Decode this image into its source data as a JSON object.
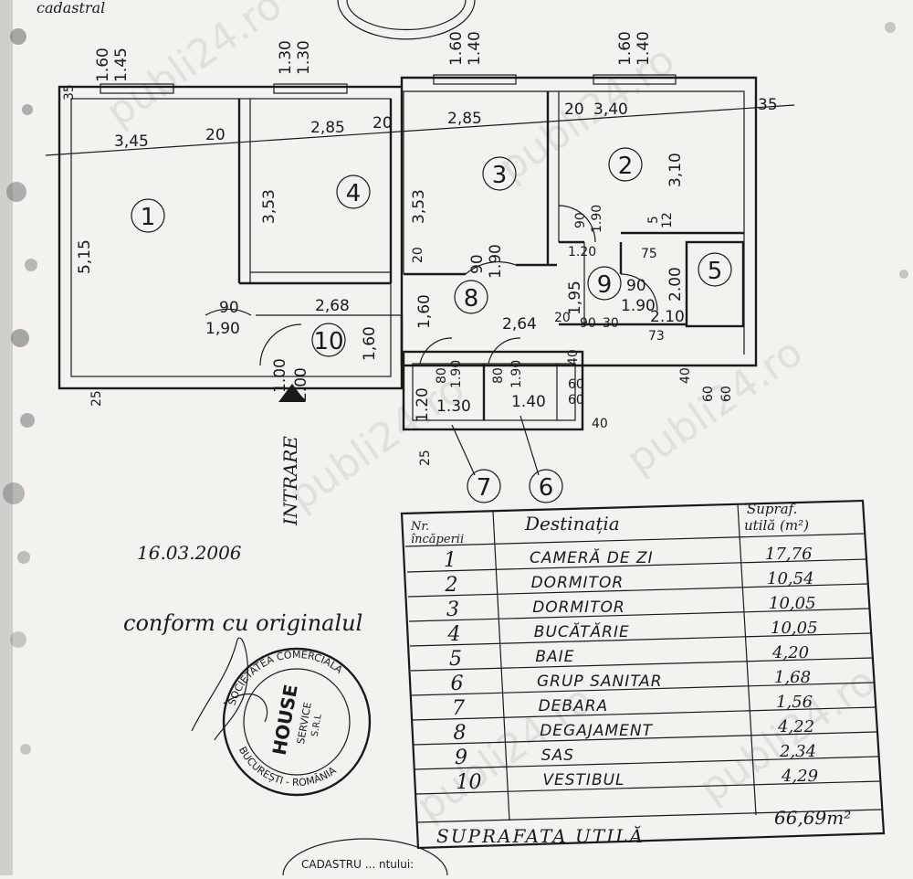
{
  "header": {
    "top_label": "cadastral",
    "bottom_label": "CADASTRU ... ntului:"
  },
  "plan": {
    "entrance_label": "INTRARE",
    "date": "16.03.2006",
    "certification": "conform cu originalul",
    "room_numbers": [
      "1",
      "2",
      "3",
      "4",
      "5",
      "6",
      "7",
      "8",
      "9",
      "10"
    ],
    "dimensions": {
      "w1_top_a": "1.60",
      "w1_top_b": "1.45",
      "w2_top_a": "1.30",
      "w2_top_b": "1.30",
      "w3_top_a": "1.60",
      "w3_top_b": "1.40",
      "w4_top_a": "1.60",
      "w4_top_b": "1.40",
      "r1_width": "3,45",
      "gap_20a": "20",
      "r4_width": "2,85",
      "gap_20b": "20",
      "r3_width": "2,85",
      "gap_20c": "20",
      "r2_width": "3,40",
      "wall_35_right": "35",
      "wall_35_left": "35",
      "r1_height": "5,15",
      "r4_height": "3,53",
      "r3_height": "3,53",
      "r2_height": "3,10",
      "d1a": "90",
      "d1b": "1,90",
      "r10_width": "2,68",
      "r10_h": "1,60",
      "d10a": "1.00",
      "d10b": "2.00",
      "r8_h": "1,60",
      "d8a": "90",
      "d8b": "1.90",
      "gap_20d": "20",
      "d2a": "90",
      "d2b": "1.90",
      "d2c": "1.20",
      "r9_h": "1,95",
      "d9a": "90",
      "d9b": "1.90",
      "r8_width": "2,64",
      "g20e": "20",
      "g90": "90",
      "g30": "30",
      "d5a": "2.10",
      "r5_h": "2.00",
      "g75": "75",
      "g5": "5",
      "g12": "12",
      "g73": "73",
      "r7_h": "1.20",
      "d7a": "80",
      "d7b": "1.90",
      "d6a": "80",
      "d6b": "1.90",
      "g40a": "40",
      "r7_w": "1.30",
      "r6_w": "1.40",
      "g60a": "60",
      "g60b": "60",
      "g40b": "40",
      "g40c": "40",
      "g60c": "60",
      "g60d": "60",
      "g25a": "25",
      "g25b": "25"
    }
  },
  "table": {
    "col_nr": [
      "Nr.",
      "încăperii"
    ],
    "col_dest": "Destinația",
    "col_area": [
      "Supraf.",
      "utilă (m²)"
    ],
    "rows": [
      {
        "nr": "1",
        "dest": "CAMERĂ DE ZI",
        "area": "17,76"
      },
      {
        "nr": "2",
        "dest": "DORMITOR",
        "area": "10,54"
      },
      {
        "nr": "3",
        "dest": "DORMITOR",
        "area": "10,05"
      },
      {
        "nr": "4",
        "dest": "BUCĂTĂRIE",
        "area": "10,05"
      },
      {
        "nr": "5",
        "dest": "BAIE",
        "area": "4,20"
      },
      {
        "nr": "6",
        "dest": "GRUP SANITAR",
        "area": "1,68"
      },
      {
        "nr": "7",
        "dest": "DEBARA",
        "area": "1,56"
      },
      {
        "nr": "8",
        "dest": "DEGAJAMENT",
        "area": "4,22"
      },
      {
        "nr": "9",
        "dest": "SAS",
        "area": "2,34"
      },
      {
        "nr": "10",
        "dest": "VESTIBUL",
        "area": "4,29"
      }
    ],
    "total_label": "SUPRAFATA UTILĂ",
    "total_value": "66,69m²"
  },
  "stamp": {
    "outer_top": "SOCIETATEA COMERCIALĂ",
    "outer_bottom": "BUCUREȘTI - ROMÂNIA",
    "brand": "HOUSE",
    "sub1": "SERVICE",
    "sub2": "S.R.L"
  },
  "watermark": "publi24.ro"
}
